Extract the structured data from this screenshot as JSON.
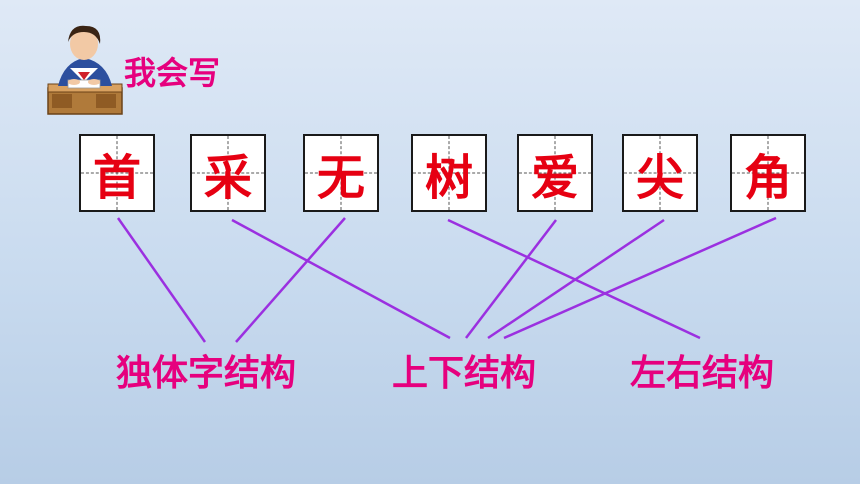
{
  "title": "我会写",
  "characters": [
    "首",
    "采",
    "无",
    "树",
    "爱",
    "尖",
    "角"
  ],
  "categories": [
    "独体字结构",
    "上下结构",
    "左右结构"
  ],
  "colors": {
    "title": "#e6007e",
    "character": "#e60012",
    "category": "#e6007e",
    "connector": "#9b30e0"
  }
}
